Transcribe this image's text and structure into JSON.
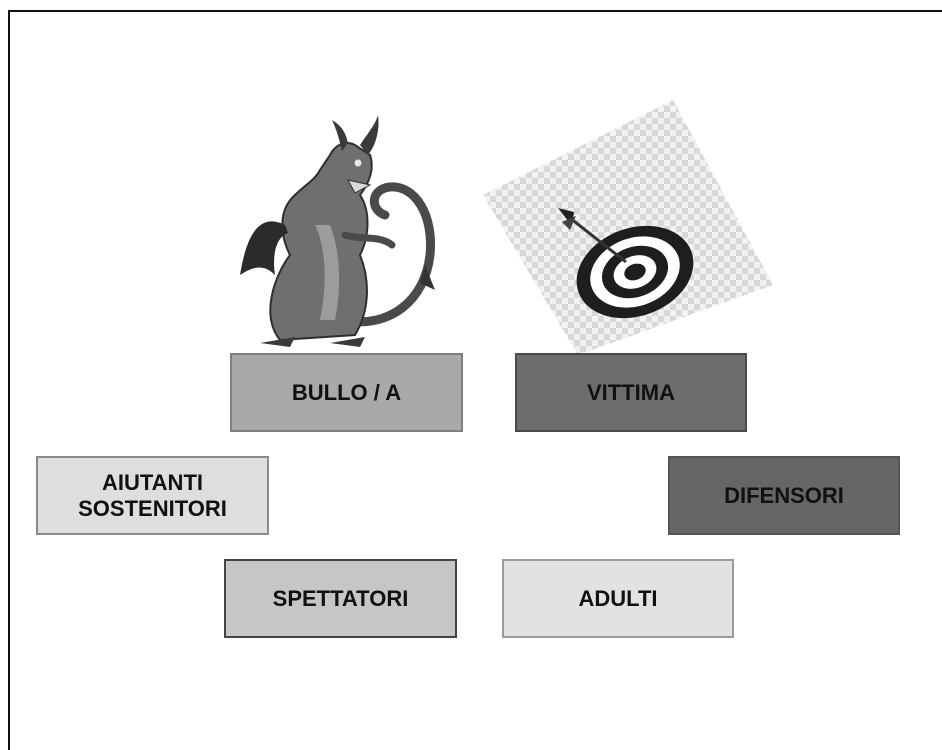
{
  "roles": {
    "bullo": "BULLO / A",
    "vittima": "VITTIMA",
    "aiutanti_line1": "AIUTANTI",
    "aiutanti_line2": "SOSTENITORI",
    "difensori": "DIFENSORI",
    "spettatori": "SPETTATORI",
    "adulti": "ADULTI"
  },
  "images": {
    "dragon": "dragon-illustration",
    "target": "dartboard-with-arrow-icon"
  },
  "colors": {
    "bullo_fill": "#a9a9a9",
    "vittima_fill": "#6d6d6d",
    "aiutanti_fill": "#dedede",
    "difensori_fill": "#666666",
    "spettatori_fill": "#c6c6c6",
    "adulti_fill": "#e2e2e2"
  }
}
